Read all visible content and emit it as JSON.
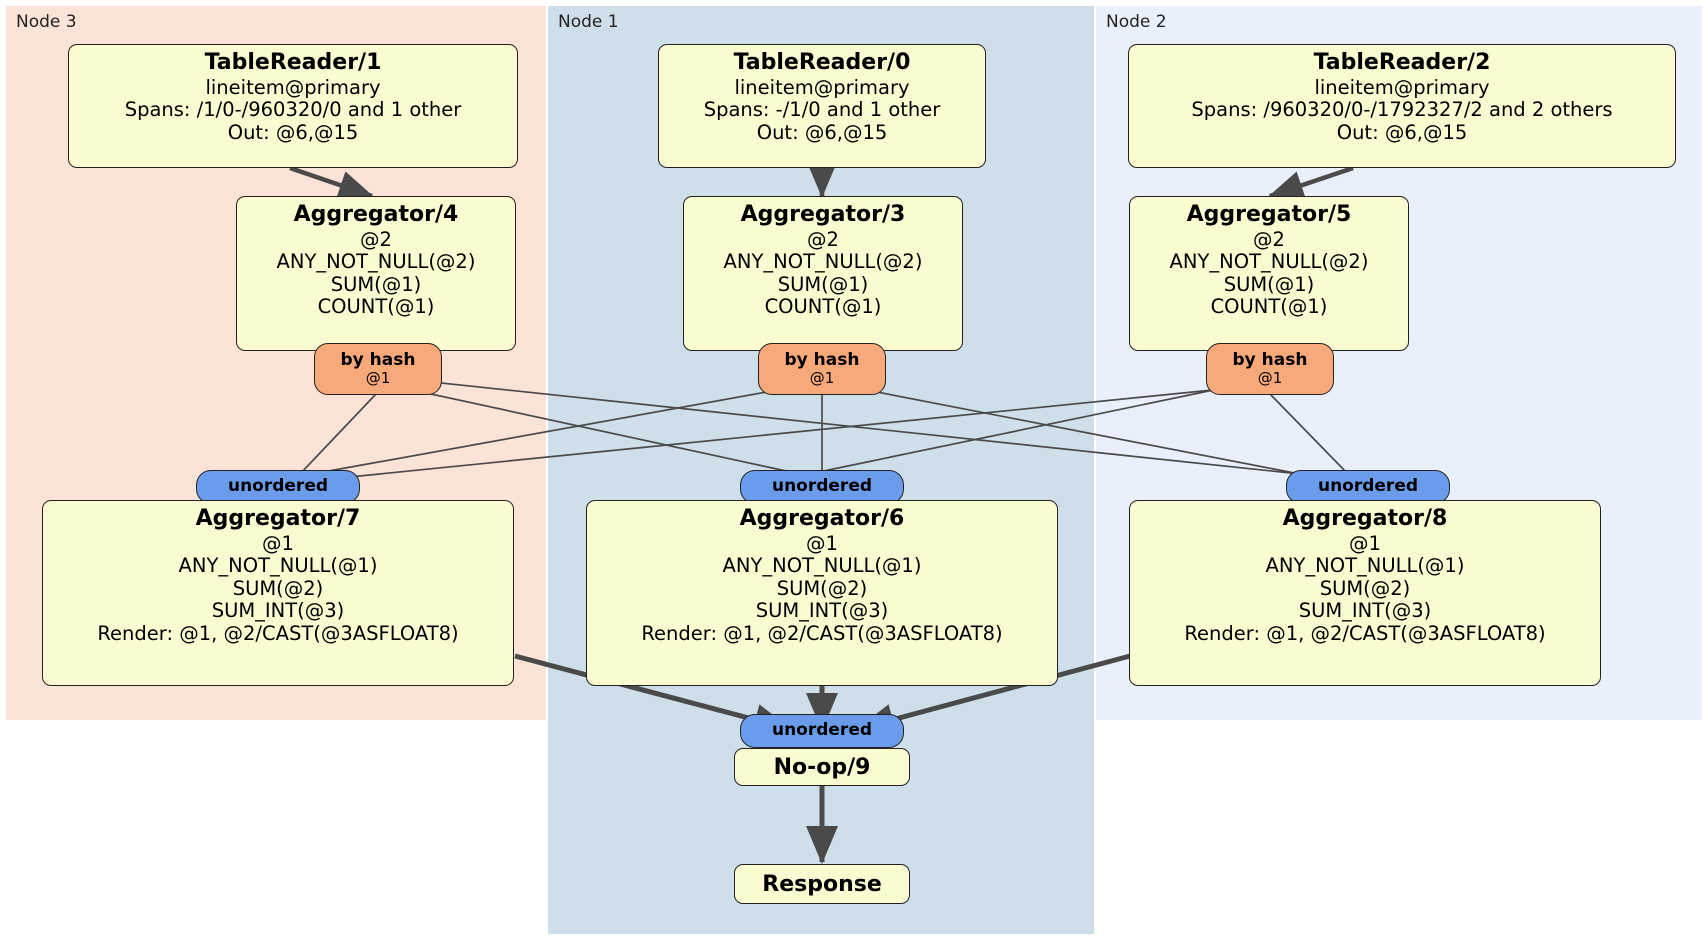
{
  "diagram": {
    "type": "distributed-query-plan",
    "colors": {
      "node3_panel": "#fbe3d8",
      "node1_panel": "#cfdfe9",
      "node2_panel": "#e9f0fb",
      "processor_box": "#fbfbd2",
      "hash_router": "#f7a97a",
      "unordered_router": "#6b9ceb",
      "edge": "#4a4a4a"
    }
  },
  "panels": [
    {
      "id": "node3",
      "label": "Node 3"
    },
    {
      "id": "node1",
      "label": "Node 1"
    },
    {
      "id": "node2",
      "label": "Node 2"
    }
  ],
  "processors": {
    "tablereader1": {
      "title": "TableReader/1",
      "lines": [
        "lineitem@primary",
        "Spans: /1/0-/960320/0 and 1 other",
        "Out: @6,@15"
      ]
    },
    "tablereader0": {
      "title": "TableReader/0",
      "lines": [
        "lineitem@primary",
        "Spans: -/1/0 and 1 other",
        "Out: @6,@15"
      ]
    },
    "tablereader2": {
      "title": "TableReader/2",
      "lines": [
        "lineitem@primary",
        "Spans: /960320/0-/1792327/2 and 2 others",
        "Out: @6,@15"
      ]
    },
    "aggregator4": {
      "title": "Aggregator/4",
      "lines": [
        "@2",
        "ANY_NOT_NULL(@2)",
        "SUM(@1)",
        "COUNT(@1)"
      ]
    },
    "aggregator3": {
      "title": "Aggregator/3",
      "lines": [
        "@2",
        "ANY_NOT_NULL(@2)",
        "SUM(@1)",
        "COUNT(@1)"
      ]
    },
    "aggregator5": {
      "title": "Aggregator/5",
      "lines": [
        "@2",
        "ANY_NOT_NULL(@2)",
        "SUM(@1)",
        "COUNT(@1)"
      ]
    },
    "aggregator7": {
      "title": "Aggregator/7",
      "lines": [
        "@1",
        "ANY_NOT_NULL(@1)",
        "SUM(@2)",
        "SUM_INT(@3)",
        "Render: @1, @2/CAST(@3ASFLOAT8)"
      ]
    },
    "aggregator6": {
      "title": "Aggregator/6",
      "lines": [
        "@1",
        "ANY_NOT_NULL(@1)",
        "SUM(@2)",
        "SUM_INT(@3)",
        "Render: @1, @2/CAST(@3ASFLOAT8)"
      ]
    },
    "aggregator8": {
      "title": "Aggregator/8",
      "lines": [
        "@1",
        "ANY_NOT_NULL(@1)",
        "SUM(@2)",
        "SUM_INT(@3)",
        "Render: @1, @2/CAST(@3ASFLOAT8)"
      ]
    },
    "noop9": {
      "title": "No-op/9"
    },
    "response": {
      "title": "Response"
    }
  },
  "routers": {
    "hash_left": {
      "type": "by hash",
      "label": "by hash",
      "column": "@1"
    },
    "hash_center": {
      "type": "by hash",
      "label": "by hash",
      "column": "@1"
    },
    "hash_right": {
      "type": "by hash",
      "label": "by hash",
      "column": "@1"
    },
    "unordered_left": {
      "label": "unordered"
    },
    "unordered_center": {
      "label": "unordered"
    },
    "unordered_right": {
      "label": "unordered"
    },
    "unordered_final": {
      "label": "unordered"
    }
  }
}
